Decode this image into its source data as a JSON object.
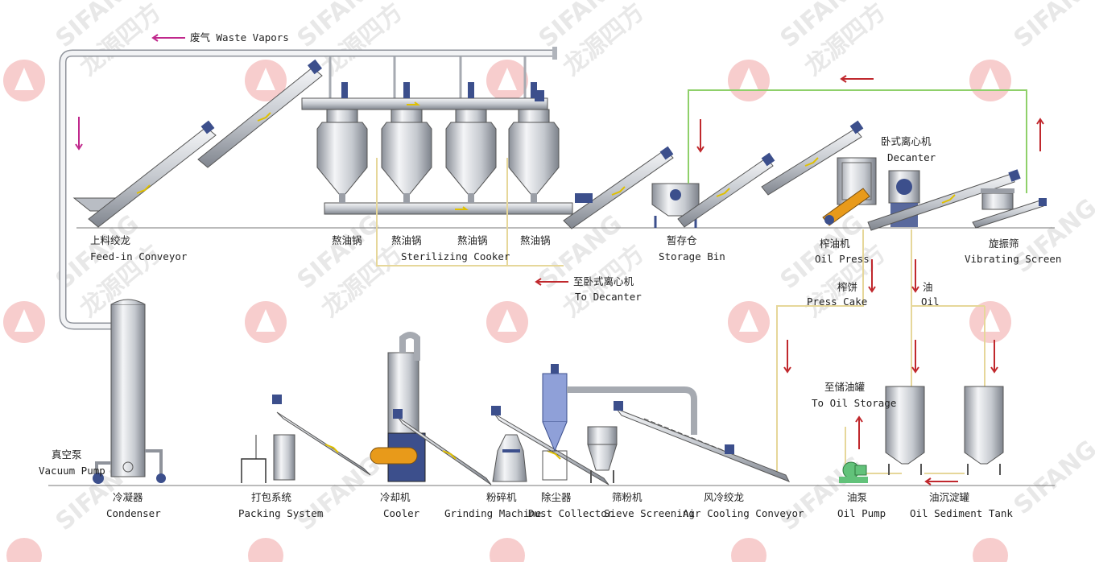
{
  "watermark": {
    "brand": "SIFANG",
    "chinese": "龙源四方"
  },
  "colors": {
    "vapor_arrow": "#c0288c",
    "process_arrow": "#c0282d",
    "oil_line": "#e6d79a",
    "green_line": "#8fd06a",
    "steel": "#b8bcc4",
    "blue_motor": "#3c4f8c",
    "orange": "#e89a1a",
    "logo_red": "#f2a0a0"
  },
  "labels": {
    "waste_vapors": "废气 Waste Vapors",
    "feed_conveyor_cn": "上料绞龙",
    "feed_conveyor_en": "Feed-in Conveyor",
    "cooker1_cn": "熬油锅",
    "cooker2_cn": "熬油锅",
    "cooker3_cn": "熬油锅",
    "cooker4_cn": "熬油锅",
    "sterilizing_en": "Sterilizing Cooker",
    "to_decanter_cn": "至卧式离心机",
    "to_decanter_en": "To Decanter",
    "storage_bin_cn": "暂存仓",
    "storage_bin_en": "Storage Bin",
    "decanter_cn": "卧式离心机",
    "decanter_en": "Decanter",
    "oil_press_cn": "榨油机",
    "oil_press_en": "Oil Press",
    "vibrating_cn": "旋振筛",
    "vibrating_en": "Vibrating Screen",
    "press_cake_cn": "榨饼",
    "press_cake_en": "Press Cake",
    "oil_cn": "油",
    "oil_en": "Oil",
    "vacuum_pump_cn": "真空泵",
    "vacuum_pump_en": "Vacuum Pump",
    "condenser_cn": "冷凝器",
    "condenser_en": "Condenser",
    "packing_cn": "打包系统",
    "packing_en": "Packing System",
    "cooler_cn": "冷却机",
    "cooler_en": "Cooler",
    "grinding_cn": "粉碎机",
    "grinding_en": "Grinding Machine",
    "dust_cn": "除尘器",
    "dust_en": "Dust Collector",
    "sieve_cn": "筛粉机",
    "sieve_en": "Sieve Screening",
    "air_cooling_cn": "风冷绞龙",
    "air_cooling_en": "Air Cooling Conveyor",
    "to_oil_storage_cn": "至储油罐",
    "to_oil_storage_en": "To Oil Storage",
    "oil_pump_cn": "油泵",
    "oil_pump_en": "Oil Pump",
    "sediment_cn": "油沉淀罐",
    "sediment_en": "Oil Sediment Tank"
  }
}
